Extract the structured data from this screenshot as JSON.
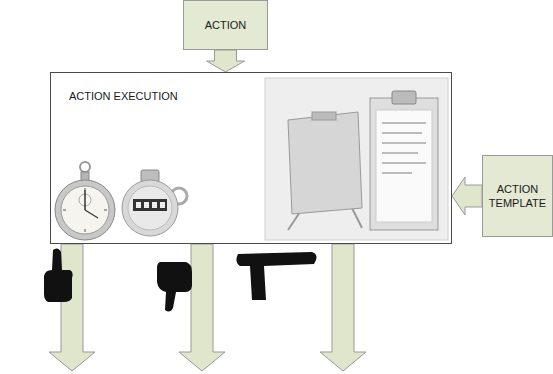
{
  "diagram": {
    "nodes": [
      {
        "text": [
          "ACTION"
        ]
      },
      {
        "text": [
          "ACTION EXECUTION"
        ]
      },
      {
        "text": [
          "ACTION TEMPLATE"
        ]
      }
    ],
    "edges": [
      {
        "from": 0,
        "to": 1,
        "arrow": "to"
      },
      {
        "from": 2,
        "to": 1,
        "arrow": "to"
      }
    ]
  }
}
